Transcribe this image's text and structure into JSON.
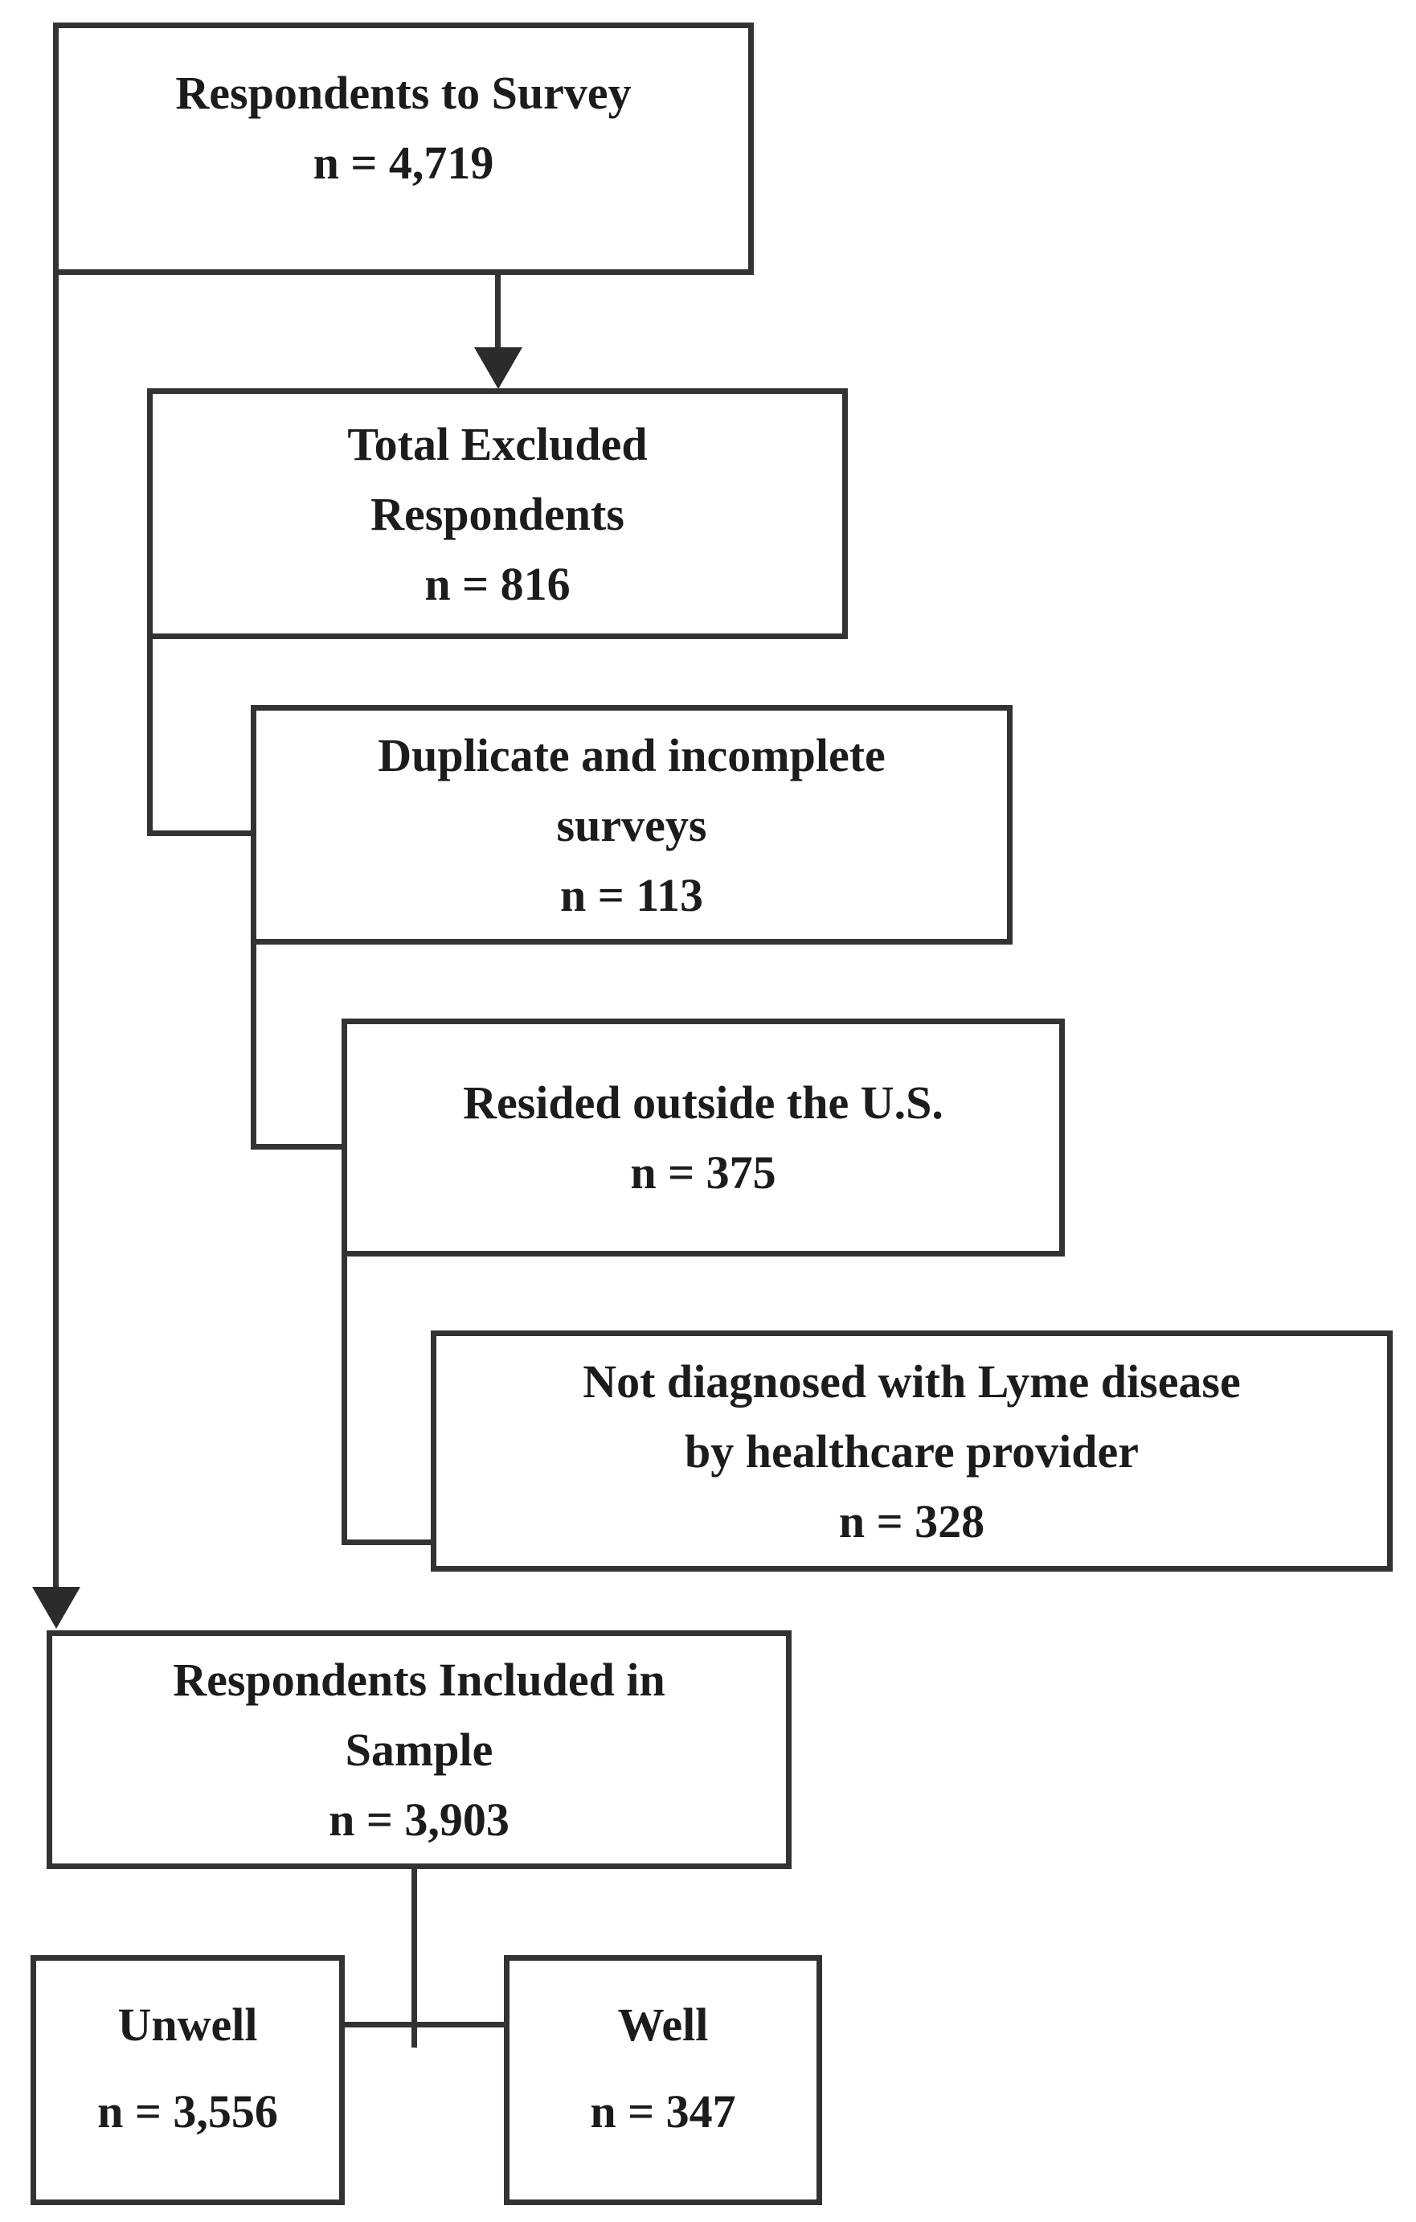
{
  "boxes": [
    {
      "id": "respondents-to-survey",
      "lines": [
        "Respondents to Survey",
        "n = 4,719"
      ]
    },
    {
      "id": "total-excluded",
      "lines": [
        "Total Excluded",
        "Respondents",
        "n = 816"
      ]
    },
    {
      "id": "duplicate-incomplete",
      "lines": [
        "Duplicate and incomplete",
        "surveys",
        "n = 113"
      ]
    },
    {
      "id": "resided-outside-us",
      "lines": [
        "Resided outside the U.S.",
        "n = 375"
      ]
    },
    {
      "id": "not-diagnosed",
      "lines": [
        "Not diagnosed with Lyme disease",
        "by healthcare provider",
        "n = 328"
      ]
    },
    {
      "id": "included-in-sample",
      "lines": [
        "Respondents Included in",
        "Sample",
        "n = 3,903"
      ]
    },
    {
      "id": "unwell",
      "lines": [
        "Unwell",
        "n = 3,556"
      ]
    },
    {
      "id": "well",
      "lines": [
        "Well",
        "n = 347"
      ]
    }
  ],
  "colors": {
    "line": "#333333",
    "arrow": "#2b2b2b",
    "text": "#1c1c1c",
    "background": "#ffffff"
  }
}
